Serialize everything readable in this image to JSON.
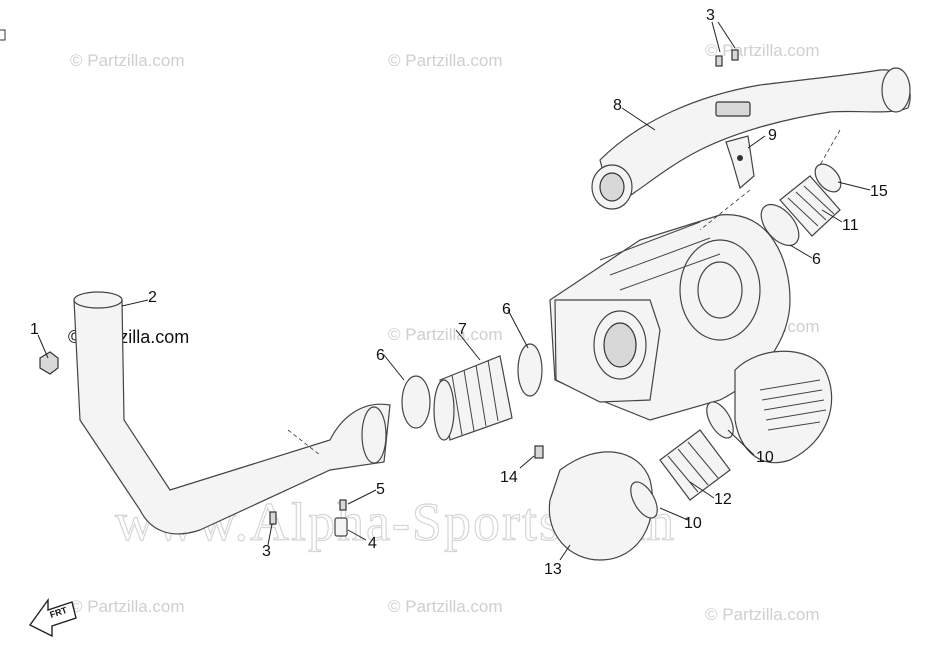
{
  "watermarks": {
    "partzilla": "© Partzilla.com",
    "alpha": "www.Alpha-Sports.com"
  },
  "callouts": {
    "c1": "1",
    "c2": "2",
    "c3a": "3",
    "c3b": "3",
    "c4": "4",
    "c5": "5",
    "c6a": "6",
    "c6b": "6",
    "c6c": "6",
    "c7": "7",
    "c8": "8",
    "c9": "9",
    "c10a": "10",
    "c10b": "10",
    "c11": "11",
    "c12": "12",
    "c13": "13",
    "c14": "14",
    "c15": "15"
  },
  "front_arrow_label": "FRT"
}
